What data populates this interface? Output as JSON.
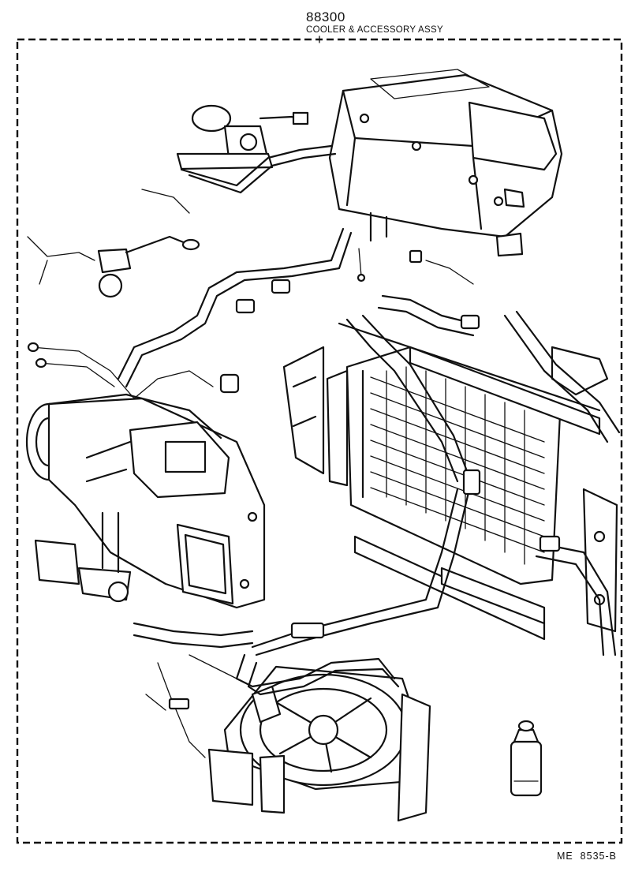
{
  "header": {
    "part_number": "88300",
    "part_name": "COOLER & ACCESSORY ASSY"
  },
  "footer": {
    "reference_code": "ME  8535-B"
  },
  "illustration": {
    "components": [
      "evaporator-unit",
      "water-valve",
      "vacuum-actuator",
      "blower-heater-unit",
      "condenser",
      "condenser-mounting-bracket",
      "compressor-bracket",
      "electric-fan-assembly",
      "refrigerant-oil-bottle",
      "refrigerant-hose-assembly",
      "wire-harness"
    ]
  }
}
